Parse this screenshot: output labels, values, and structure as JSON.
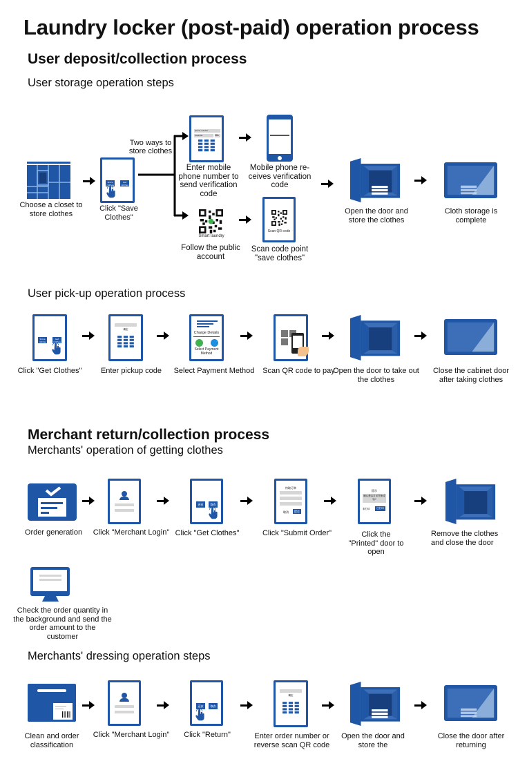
{
  "title": "Laundry locker (post-paid) operation process",
  "user_section": {
    "heading": "User deposit/collection process",
    "storage": {
      "heading": "User storage operation steps",
      "branch_label": "Two ways to store clothes",
      "steps": {
        "choose_closet": "Choose a closet to store clothes",
        "click_save": "Click \"Save Clothes\"",
        "enter_phone": "Enter mobile phone number to send verification code",
        "receive_code": "Mobile phone re- ceives verification code",
        "follow_account": "Follow the public account",
        "scan_point": "Scan code point \"save clothes\"",
        "open_store": "Open the door and store the clothes",
        "complete": "Cloth storage is complete"
      },
      "icon_text": {
        "store_btn": "Store clothes",
        "get_btn": "Get clothes",
        "phone_field": "phone number",
        "captcha_field": "Captcha",
        "captcha_timer": "58s",
        "qr_caption": "Smart laundry",
        "scan_qr": "Scan QR code"
      }
    },
    "pickup": {
      "heading": "User pick-up operation process",
      "steps": {
        "click_get": "Click \"Get Clothes\"",
        "enter_code": "Enter pickup code",
        "select_payment": "Select Payment Method",
        "scan_pay": "Scan QR code to pay",
        "open_take": "Open the door to take out the clothes",
        "close_after": "Close the cabinet door after taking clothes"
      },
      "icon_text": {
        "confirm": "确定",
        "charge_details": "Charge Details",
        "select_payment": "Select Payment Method"
      }
    }
  },
  "merchant_section": {
    "heading": "Merchant return/collection process",
    "getting": {
      "heading": "Merchants' operation of getting clothes",
      "steps": {
        "order_generation": "Order generation",
        "merchant_login": "Click \"Merchant Login\"",
        "get_clothes": "Click \"Get Clothes\"",
        "submit_order": "Click \"Submit Order\"",
        "printed": "Click the \"Printed\" door to open",
        "remove_close": "Remove the clothes and close the door",
        "check_order": "Check the order quantity in the background and send the order amount to the customer"
      },
      "icon_text": {
        "return_btn": "还衣",
        "take_btn": "取衣",
        "pending_order": "待取订单",
        "cancel": "取消",
        "submit": "提交",
        "prompt": "提示",
        "confirm_print": "确认是否打印凭条成功?",
        "not_printed": "未打印",
        "printed": "已打印"
      }
    },
    "dressing": {
      "heading": "Merchants' dressing operation steps",
      "steps": {
        "clean_classify": "Clean and order classification",
        "merchant_login": "Click \"Merchant Login\"",
        "click_return": "Click \"Return\"",
        "enter_order": "Enter order number or reverse scan QR code",
        "open_store": "Open the door and store the",
        "close_return": "Close the door after returning"
      }
    }
  },
  "colors": {
    "primary_blue": "#1f56a5",
    "dark_blue": "#173f7d",
    "light_blue": "#4a7cc4",
    "gray_bar": "#d6d6d6"
  }
}
